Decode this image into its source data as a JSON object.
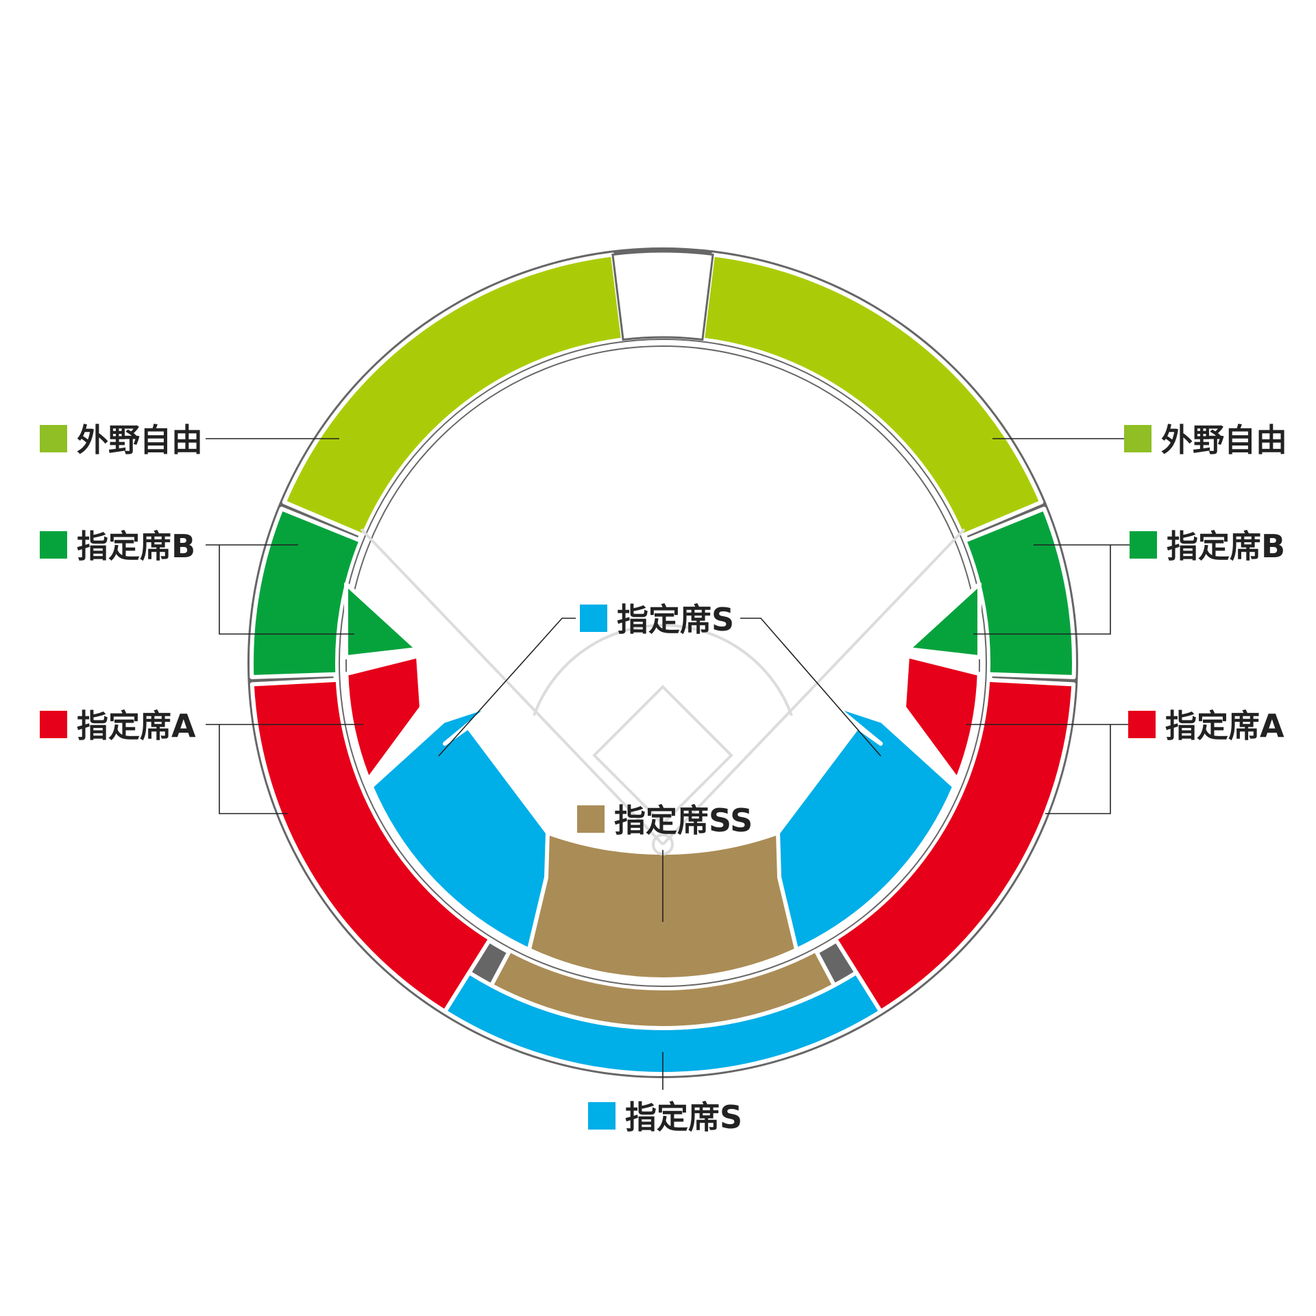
{
  "colors": {
    "outfield_free": "#aacc08",
    "outfield_swatch": "#8fbf24",
    "reserved_b": "#06a33d",
    "reserved_a": "#e60019",
    "reserved_s": "#00aee8",
    "reserved_ss": "#aa8c56",
    "outline": "#666666",
    "field_lines": "#dcdcdc",
    "leader": "#222222"
  },
  "labels": {
    "outfield_left": "外野自由",
    "outfield_right": "外野自由",
    "reserved_b_left": "指定席B",
    "reserved_b_right": "指定席B",
    "reserved_a_left": "指定席A",
    "reserved_a_right": "指定席A",
    "reserved_s_infield": "指定席S",
    "reserved_ss": "指定席SS",
    "reserved_s_bottom": "指定席S"
  }
}
